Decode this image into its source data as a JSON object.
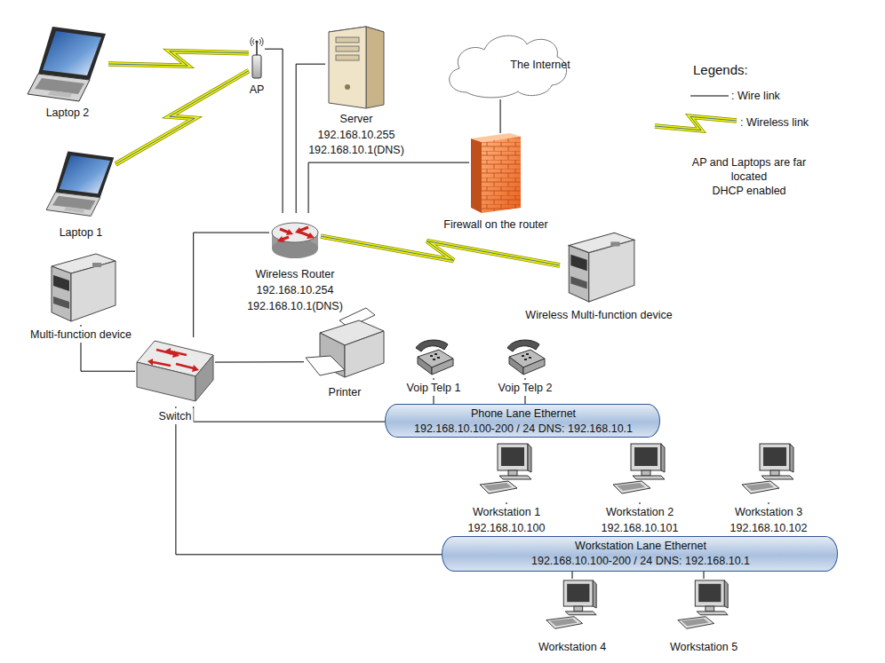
{
  "diagram": {
    "nodes": [
      {
        "text": [
          "Laptop 2"
        ]
      },
      {
        "text": [
          "AP"
        ]
      },
      {
        "text": [
          "Server",
          "192.168.10.255",
          "192.168.10.1(DNS)"
        ]
      },
      {
        "text": [
          "The Internet"
        ]
      },
      {
        "text": [
          "Laptop 1"
        ]
      },
      {
        "text": [
          "Firewall on the router"
        ]
      },
      {
        "text": [
          "Multi-function device"
        ]
      },
      {
        "text": [
          "Wireless Router",
          "192.168.10.254",
          "192.168.10.1(DNS)"
        ]
      },
      {
        "text": [
          "Wireless Multi-function device"
        ]
      },
      {
        "text": [
          "Switch"
        ]
      },
      {
        "text": [
          "Printer"
        ]
      },
      {
        "text": [
          "Voip Telp 1"
        ]
      },
      {
        "text": [
          "Voip Telp 2"
        ]
      },
      {
        "text": [
          "Phone Lane Ethernet",
          "192.168.10.100-200 / 24 DNS: 192.168.10.1"
        ]
      },
      {
        "text": [
          "Workstation 1",
          "192.168.10.100"
        ]
      },
      {
        "text": [
          "Workstation 2",
          "192.168.10.101"
        ]
      },
      {
        "text": [
          "Workstation 3",
          "192.168.10.102"
        ]
      },
      {
        "text": [
          "Workstation Lane Ethernet",
          "192.168.10.100-200 / 24 DNS: 192.168.10.1"
        ]
      },
      {
        "text": [
          "Workstation 4"
        ]
      },
      {
        "text": [
          "Workstation 5"
        ]
      }
    ],
    "edges": [
      {
        "from": 0,
        "to": 1,
        "arrow": "none"
      },
      {
        "from": 4,
        "to": 1,
        "arrow": "none"
      },
      {
        "from": 1,
        "to": 7,
        "arrow": "none"
      },
      {
        "from": 2,
        "to": 7,
        "arrow": "none"
      },
      {
        "from": 3,
        "to": 5,
        "arrow": "none"
      },
      {
        "from": 5,
        "to": 7,
        "arrow": "none"
      },
      {
        "from": 7,
        "to": 8,
        "arrow": "none"
      },
      {
        "from": 7,
        "to": 9,
        "arrow": "none"
      },
      {
        "from": 6,
        "to": 9,
        "arrow": "none"
      },
      {
        "from": 9,
        "to": 10,
        "arrow": "none"
      },
      {
        "from": 9,
        "to": 13,
        "arrow": "none"
      },
      {
        "from": 9,
        "to": 17,
        "arrow": "none"
      },
      {
        "from": 11,
        "to": 13,
        "arrow": "none"
      },
      {
        "from": 12,
        "to": 13,
        "arrow": "none"
      },
      {
        "from": 14,
        "to": 17,
        "arrow": "none"
      },
      {
        "from": 15,
        "to": 17,
        "arrow": "none"
      },
      {
        "from": 16,
        "to": 17,
        "arrow": "none"
      },
      {
        "from": 18,
        "to": 17,
        "arrow": "none"
      },
      {
        "from": 19,
        "to": 17,
        "arrow": "none"
      }
    ],
    "labels": [
      "Legends:",
      "AP and Laptops are far located",
      "DHCP enabled"
    ],
    "legend": [
      {
        "text": ": Wire link"
      },
      {
        "text": ": Wireless link"
      }
    ]
  }
}
